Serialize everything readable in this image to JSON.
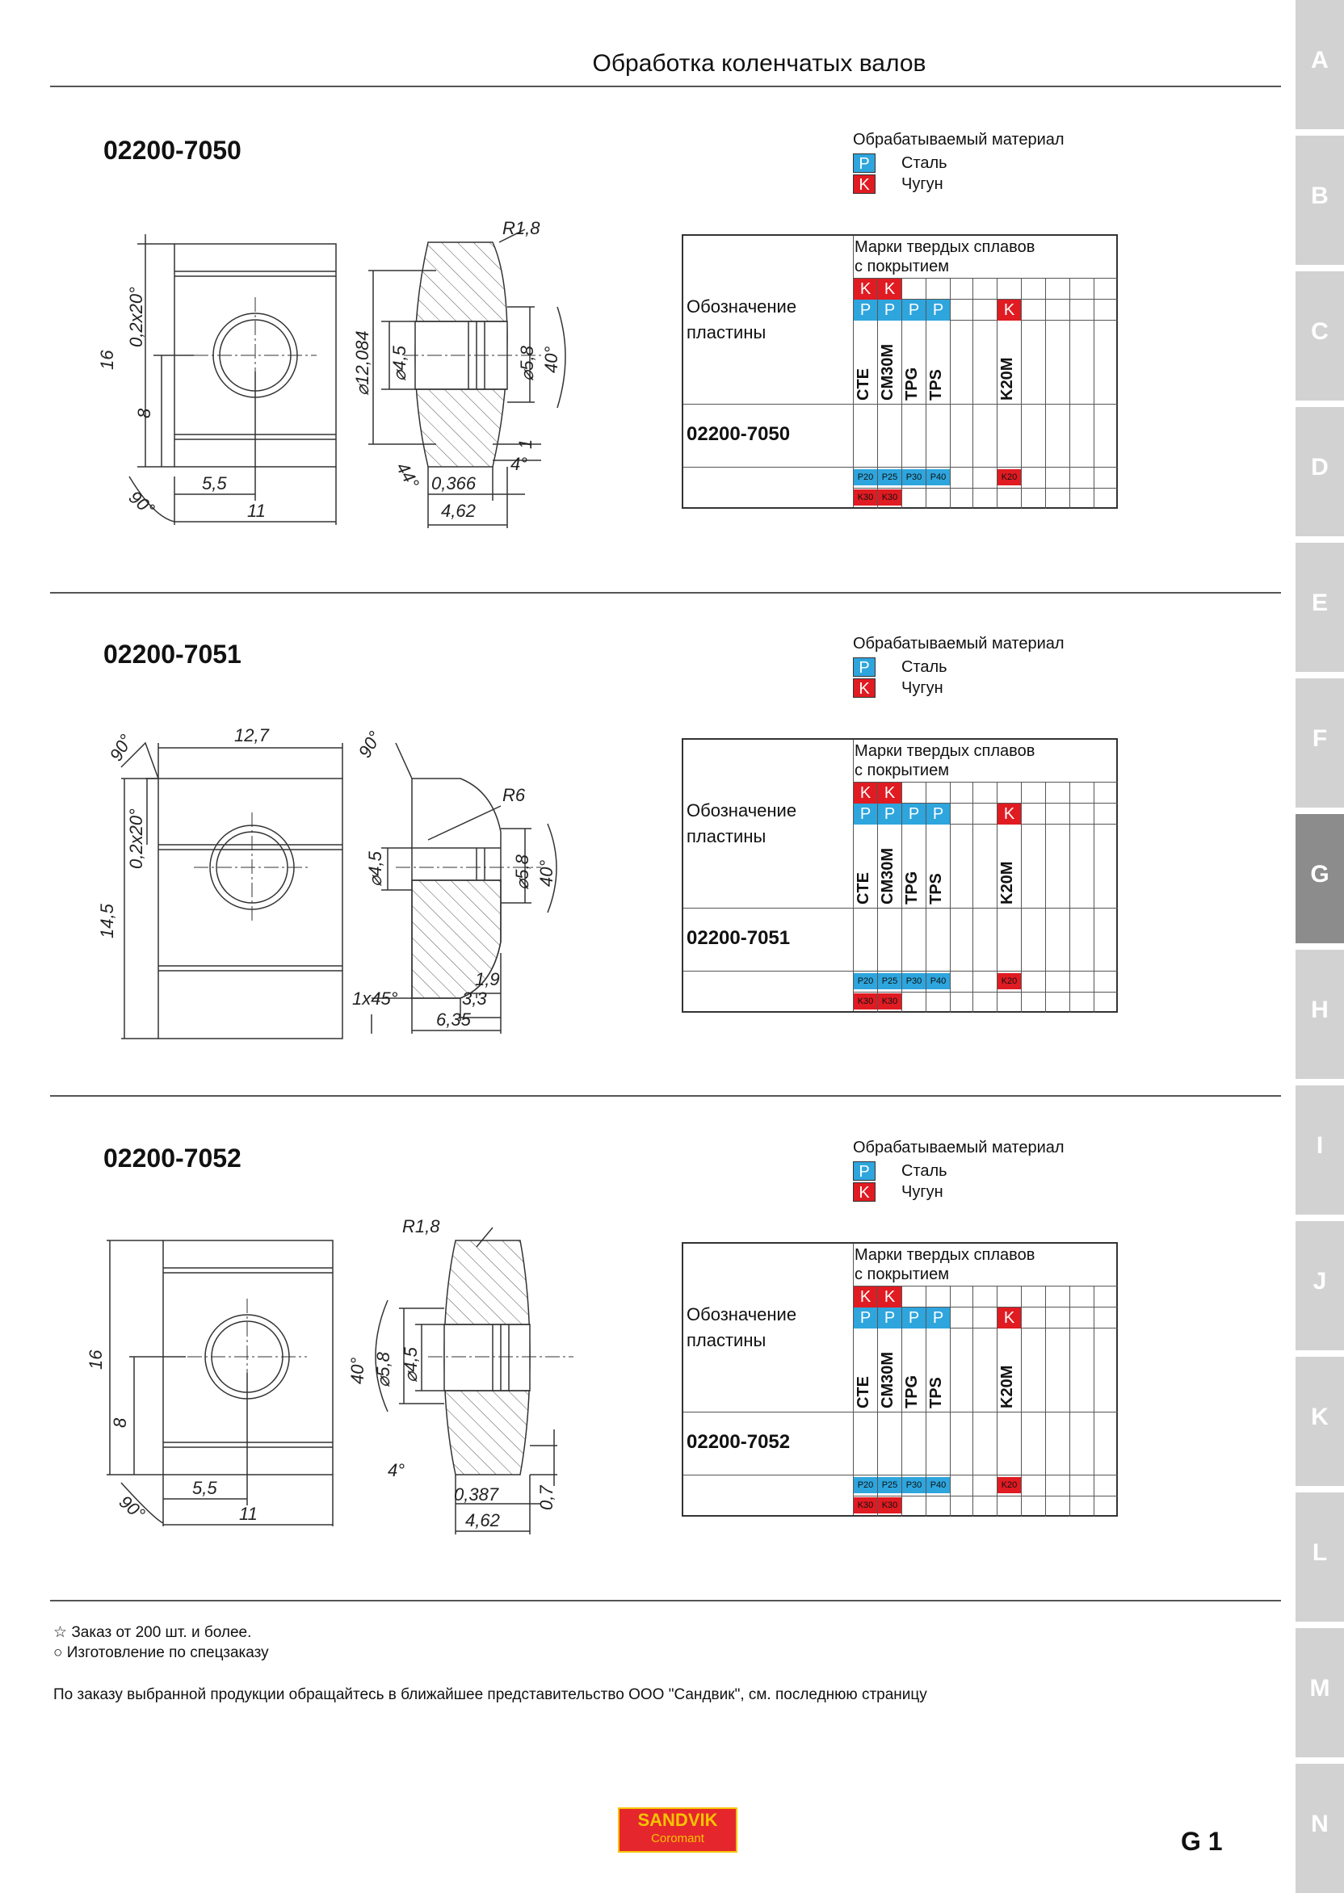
{
  "page_title": "Обработка коленчатых валов",
  "side_tabs": [
    "A",
    "B",
    "C",
    "D",
    "E",
    "F",
    "G",
    "H",
    "I",
    "J",
    "K",
    "L",
    "M",
    "N"
  ],
  "active_tab": "G",
  "sections": [
    {
      "code": "02200-7050",
      "material_header": "Обрабатываемый материал",
      "materials": [
        {
          "code": "P",
          "name": "Сталь"
        },
        {
          "code": "K",
          "name": "Чугун"
        }
      ],
      "table": {
        "grades_header_1": "Марки твердых сплавов",
        "grades_header_2": "с покрытием",
        "designation_1": "Обозначение",
        "designation_2": "пластины",
        "grades": [
          "CTE",
          "CM30M",
          "TPG",
          "TPS",
          "K20M"
        ],
        "row_code": "02200-7050",
        "iso_p": [
          "P20",
          "P25",
          "P30",
          "P40",
          "K20"
        ],
        "iso_k": [
          "K30",
          "K30"
        ]
      },
      "dims": {
        "d1": "R1,8",
        "d2": "0,2x20°",
        "d3": "16",
        "d4": "8",
        "d5": "5,5",
        "d6": "11",
        "d7": "90°",
        "d8": "⌀12,084",
        "d9": "⌀4,5",
        "d10": "⌀5,8",
        "d11": "40°",
        "d12": "44°",
        "d13": "1",
        "d14": "4°",
        "d15": "0,366",
        "d16": "4,62"
      }
    },
    {
      "code": "02200-7051",
      "material_header": "Обрабатываемый материал",
      "materials": [
        {
          "code": "P",
          "name": "Сталь"
        },
        {
          "code": "K",
          "name": "Чугун"
        }
      ],
      "table": {
        "grades_header_1": "Марки твердых сплавов",
        "grades_header_2": "с покрытием",
        "designation_1": "Обозначение",
        "designation_2": "пластины",
        "grades": [
          "CTE",
          "CM30M",
          "TPG",
          "TPS",
          "K20M"
        ],
        "row_code": "02200-7051",
        "iso_p": [
          "P20",
          "P25",
          "P30",
          "P40",
          "K20"
        ],
        "iso_k": [
          "K30",
          "K30"
        ]
      },
      "dims": {
        "d1": "12,7",
        "d2": "90°",
        "d3": "0,2x20°",
        "d4": "14,5",
        "d5": "90°",
        "d6": "R6",
        "d7": "⌀4,5",
        "d8": "⌀5,8",
        "d9": "40°",
        "d10": "1,9",
        "d11": "1x45°",
        "d12": "3,3",
        "d13": "6,35"
      }
    },
    {
      "code": "02200-7052",
      "material_header": "Обрабатываемый материал",
      "materials": [
        {
          "code": "P",
          "name": "Сталь"
        },
        {
          "code": "K",
          "name": "Чугун"
        }
      ],
      "table": {
        "grades_header_1": "Марки твердых сплавов",
        "grades_header_2": "с покрытием",
        "designation_1": "Обозначение",
        "designation_2": "пластины",
        "grades": [
          "CTE",
          "CM30M",
          "TPG",
          "TPS",
          "K20M"
        ],
        "row_code": "02200-7052",
        "iso_p": [
          "P20",
          "P25",
          "P30",
          "P40",
          "K20"
        ],
        "iso_k": [
          "K30",
          "K30"
        ]
      },
      "dims": {
        "d1": "R1,8",
        "d2": "16",
        "d3": "8",
        "d4": "5,5",
        "d5": "11",
        "d6": "90°",
        "d7": "40°",
        "d8": "⌀5,8",
        "d9": "⌀4,5",
        "d10": "4°",
        "d11": "0,387",
        "d12": "0,7",
        "d13": "4,62"
      }
    }
  ],
  "footnotes": {
    "star_symbol": "☆",
    "star_text": "Заказ от 200 шт. и более.",
    "circle_symbol": "○",
    "circle_text": "Изготовление по спецзаказу",
    "contact": "По заказу выбранной продукции обращайтесь в ближайшее представительство ООО \"Сандвик\", см. последнюю страницу"
  },
  "logo": {
    "line1": "SANDVIK",
    "line2": "Coromant",
    "bg": "#e6262d",
    "fg": "#f4c400"
  },
  "page_number": "G 1",
  "colors": {
    "P": "#2ea5dd",
    "K": "#e01b22"
  }
}
